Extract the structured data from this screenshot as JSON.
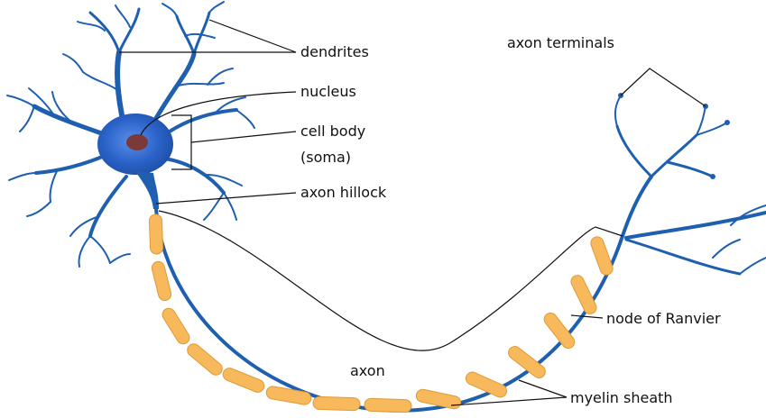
{
  "labels": {
    "dendrites": "dendrites",
    "nucleus": "nucleus",
    "cell_body_line1": "cell body",
    "cell_body_line2": "(soma)",
    "axon_hillock": "axon hillock",
    "axon_terminals": "axon terminals",
    "node_of_ranvier": "node of Ranvier",
    "axon": "axon",
    "myelin_sheath": "myelin sheath"
  },
  "colors": {
    "neuron_blue": "#1f5fb0",
    "soma_blue": "#2a6bd0",
    "nucleus": "#7a3a3a",
    "myelin": "#f7b95c",
    "myelin_edge": "#e09a35",
    "node": "#1f5fb0",
    "leader_line": "#111111"
  }
}
